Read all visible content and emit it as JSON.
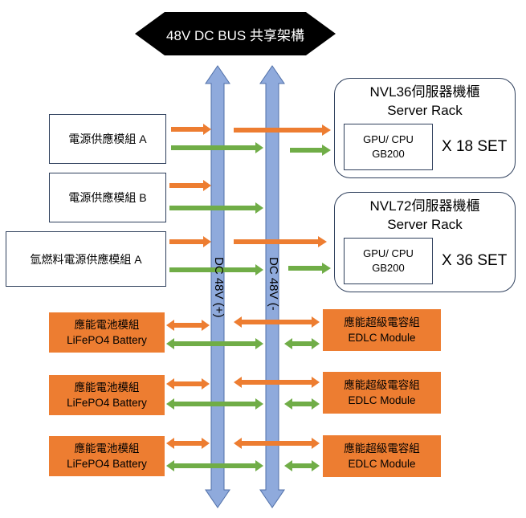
{
  "title": "48V DC BUS  共享架構",
  "buses": [
    {
      "label": "DC 48V (+)"
    },
    {
      "label": "DC 48V (-"
    }
  ],
  "sources": [
    {
      "label": "電源供應模組 A"
    },
    {
      "label": "電源供應模組 B"
    },
    {
      "label": "氫燃料電源供應模組 A"
    }
  ],
  "racks": [
    {
      "title": "NVL36伺服器機櫃",
      "subtitle": "Server Rack",
      "inner_line1": "GPU/ CPU",
      "inner_line2": "GB200",
      "multiplier": "X 18 SET"
    },
    {
      "title": "NVL72伺服器機櫃",
      "subtitle": "Server Rack",
      "inner_line1": "GPU/ CPU",
      "inner_line2": "GB200",
      "multiplier": "X 36 SET"
    }
  ],
  "batteries": [
    {
      "line1": "應能電池模組",
      "line2": "LiFePO4 Battery"
    },
    {
      "line1": "應能電池模組",
      "line2": "LiFePO4 Battery"
    },
    {
      "line1": "應能電池模組",
      "line2": "LiFePO4 Battery"
    }
  ],
  "capacitors": [
    {
      "line1": "應能超級電容組",
      "line2": "EDLC Module"
    },
    {
      "line1": "應能超級電容組",
      "line2": "EDLC Module"
    },
    {
      "line1": "應能超級電容組",
      "line2": "EDLC Module"
    }
  ],
  "colors": {
    "banner": "#000000",
    "bus": "#8faadc",
    "bus_border": "#4f6fa8",
    "orange": "#ed7d31",
    "green": "#70ad47",
    "border": "#2e3f5c"
  }
}
